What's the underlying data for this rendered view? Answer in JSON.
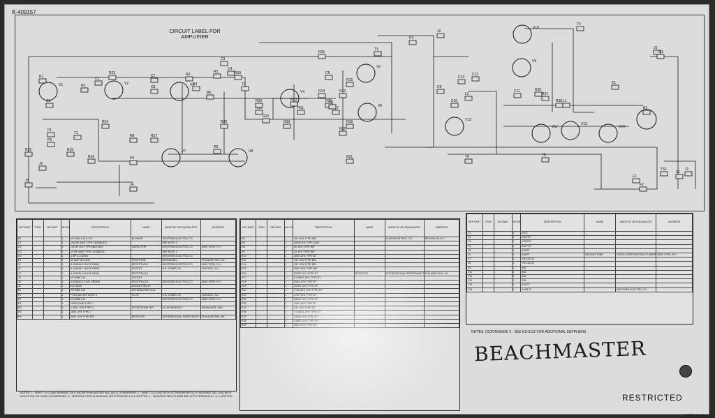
{
  "document_number": "B-409157",
  "circuit_title": "CIRCUIT LABEL FOR AMPLIFIER",
  "components": {
    "tubes": [
      "V1",
      "V2",
      "V3",
      "V4",
      "V5",
      "V6",
      "V7",
      "V8",
      "V9",
      "V10",
      "V11",
      "V12",
      "V13",
      "V14"
    ],
    "resistors": [
      "R1",
      "R2",
      "R3",
      "R4",
      "R5",
      "R6",
      "R8",
      "R9",
      "R10",
      "R11",
      "R14",
      "R15",
      "R16",
      "R17",
      "R18",
      "R19",
      "R20",
      "R21",
      "R22",
      "R23",
      "R24",
      "R25",
      "R26",
      "R27",
      "R28",
      "R29",
      "R30",
      "R31",
      "R32",
      "R33",
      "R35",
      "R36",
      "R37",
      "R38"
    ],
    "capacitors": [
      "C1",
      "C2",
      "C3",
      "C4",
      "C5",
      "C6",
      "C7",
      "C8",
      "C9",
      "C10",
      "C11",
      "C12",
      "C13"
    ],
    "jacks": [
      "J1",
      "J2",
      "J3",
      "J4",
      "J5",
      "J6"
    ],
    "transformers": [
      "T1",
      "T2",
      "T3",
      "T4",
      "T5",
      "T6"
    ],
    "other": [
      "P1",
      "P2",
      "P4",
      "P6",
      "K1",
      "B1",
      "L1",
      "L2",
      "F1",
      "F2",
      "S1",
      "TS1",
      "TS2"
    ]
  },
  "table_headers": [
    "APP PART",
    "ITEM",
    "ON DWG",
    "NO REQ",
    "DESCRIPTION",
    "NAME",
    "MADE BY OR EQUIVALENT",
    "ADDRESS"
  ],
  "table1": {
    "rows": [
      [
        "B1",
        "",
        "",
        "1",
        "KS-9964 L10 & L02",
        "BLOWER",
        "WESTERN ELECTRIC CO",
        ""
      ],
      [
        "C1",
        "",
        "",
        "1",
        "200 MF AMS TYPE CM35B203J",
        "",
        "SEE NOTE 3",
        ""
      ],
      [
        "C2",
        "",
        "",
        "1",
        ".05 MF 20V TYPE 5800 AMS",
        "CAPACITOR",
        "WESTERN ELECTRIC CO",
        "NEW YORK, N.Y."
      ],
      [
        "C3",
        "",
        "",
        "1",
        "10 MF AMS TYPE CM35B103J",
        "",
        "SEE NOTE 3",
        ""
      ],
      [
        "C4",
        "",
        "",
        "1",
        "1 MF 0-1X2000",
        "",
        "WESTERN ELECTRIC CO",
        ""
      ],
      [
        "F1",
        "",
        "",
        "1",
        "10 AMP  NO.1042",
        "FUSETRON",
        "BUSSMANN",
        "PHILADELPHIA, PA."
      ],
      [
        "J1",
        "",
        "",
        "1",
        "4-104948-6 OLIVE DRAB",
        "RECEPTACLE",
        "WESTERN ELECTRIC CO",
        "NEW YORK, N.Y."
      ],
      [
        "J2",
        "",
        "",
        "1",
        "4-104948-7 OLIVE DRAB",
        "SOCKET",
        "H.B. JONES CO",
        "CHICAGO, ILL."
      ],
      [
        "J3",
        "",
        "",
        "1",
        "4-104950-6 OLIVE DRAB",
        "RECEPTACLE",
        "",
        ""
      ],
      [
        "J4",
        "",
        "",
        "1",
        "KS-8986 L10",
        "SOCKET",
        "",
        ""
      ],
      [
        "J5",
        "",
        "",
        "1",
        "4-104940-1 FLAT GREEN",
        "RECEPTACLE",
        "WESTERN ELECTRIC CO",
        "NEW YORK, N.Y."
      ],
      [
        "J6",
        "",
        "",
        "1",
        "KS-10515",
        "SOCKET RELAY",
        "",
        ""
      ],
      [
        "K1",
        "",
        "",
        "1",
        "KS-5989 L09",
        "RETARDATION COIL",
        "",
        ""
      ],
      [
        "P1",
        "",
        "",
        "1",
        "P-310-AB  SEE NOTE 4",
        "PLUG",
        "H.B. JONES CO",
        "CHICAGO, ILL."
      ],
      [
        "P2",
        "",
        "",
        "1",
        "KS-8986 L16",
        "",
        "WESTERN ELECTRIC CO",
        "NEW YORK, N.Y."
      ],
      [
        "R1",
        "",
        "",
        "1",
        "10000 OHM TYPE J",
        "",
        "",
        ""
      ],
      [
        "R2",
        "",
        "",
        "1",
        "1 MEG 20% TYPE J",
        "POTENTIOMETER",
        "ALLEN BRADLEY",
        "MILWAUKEE, WIS."
      ],
      [
        "R3",
        "",
        "",
        "1",
        "1000 10% TYPE J",
        "",
        "",
        ""
      ],
      [
        "R4",
        "",
        "",
        "1",
        "4000 10% TYPE BT2",
        "RESISTOR",
        "INTERNATIONAL RESISTANCE CO",
        "PHILADELPHIA, PA."
      ]
    ]
  },
  "table1_notes": "NOTES: 1 - SHAFT 1/4 LONG BUSHING 3/8 LONG WITH MOUNTING NUT AND LOCKWASHER. 2 - SHAFT 1/4 LONG WITH SCREWDRIVER SLOT BUSHING 3/8 LONG WITH MOUNTING NUT AND LOCKWASHER. 3 - MODIFIED PER KS-8044 AND WITH PRONGS 1 & 4 OMITTED. 4 - MODIFIED PER KS-8395 AND WITH TERMINALS 1 & 4 OMITTED.",
  "table2": {
    "rows": [
      [
        "R5",
        "",
        "",
        "1",
        "100 10% TYPE ABT",
        "",
        "CLAROSTAT MFG. CO.",
        "BROOKLYN, N.Y."
      ],
      [
        "R6",
        "",
        "",
        "1",
        "40000 5% TYPE A20K",
        "",
        "",
        ""
      ],
      [
        "R8",
        "",
        "",
        "1",
        "50 10% TYPE BW",
        "",
        "",
        ""
      ],
      [
        "R9",
        "",
        "",
        "1",
        "15 10% TYPE BW",
        "",
        "",
        ""
      ],
      [
        "R10",
        "",
        "",
        "1",
        "3000 10% TYPE BT",
        "",
        "",
        ""
      ],
      [
        "R11",
        "",
        "",
        "1",
        "750 10% TYPE BW",
        "",
        "",
        ""
      ],
      [
        "R14",
        "",
        "",
        "1",
        "100 10% TYPE BW",
        "",
        "",
        ""
      ],
      [
        "R15",
        "",
        "",
        "1",
        "2000 10% TYPE BW",
        "",
        "",
        ""
      ],
      [
        "R16",
        "",
        "",
        "1",
        "20000 10% TYPE BT",
        "RESISTOR",
        "INTERNATIONAL RESISTANCE CO",
        "PHILADELPHIA, PA."
      ],
      [
        "R17",
        "",
        "",
        "1",
        "0.5 MEG 10% TYPE BT",
        "",
        "",
        ""
      ],
      [
        "R18",
        "",
        "",
        "1",
        "2000 10% TYPE BT",
        "",
        "",
        ""
      ],
      [
        "R19",
        "",
        "",
        "1",
        "20000 10% TYPE BT",
        "",
        "",
        ""
      ],
      [
        "R20",
        "",
        "",
        "1",
        "0.25 MEG 10% TYPE BT",
        "",
        "",
        ""
      ],
      [
        "R21",
        "",
        "",
        "1",
        "4700 10% TYPE BT",
        "",
        "",
        ""
      ],
      [
        "R22",
        "",
        "",
        "1",
        "33000 10% TYPE BT",
        "",
        "",
        ""
      ],
      [
        "R23",
        "",
        "",
        "1",
        "1000 10% TYPE BT",
        "",
        "",
        ""
      ],
      [
        "R24",
        "",
        "",
        "1",
        "250 10% TYPE BT",
        "",
        "",
        ""
      ],
      [
        "R26",
        "",
        "",
        "1",
        "0.5 MEG 10% TYPE BT",
        "",
        "",
        ""
      ],
      [
        "R27",
        "",
        "",
        "1",
        "15000 10% TYPE BT",
        "",
        "",
        ""
      ],
      [
        "R28",
        "",
        "",
        "1",
        "5 MEG 10% TYPE BT",
        "",
        "",
        ""
      ],
      [
        "R29",
        "",
        "",
        "1",
        "4000 10% TYPE BT",
        "",
        "",
        ""
      ]
    ]
  },
  "table3": {
    "rows": [
      [
        "V1",
        "",
        "",
        "1",
        "6SJ7",
        "",
        "",
        ""
      ],
      [
        "V2",
        "",
        "",
        "1",
        "6SL7GT",
        "",
        "",
        ""
      ],
      [
        "V3",
        "",
        "",
        "1",
        "6SN7GT",
        "",
        "",
        ""
      ],
      [
        "V4",
        "",
        "",
        "1",
        "6SL7GT",
        "",
        "",
        ""
      ],
      [
        "V5",
        "",
        "",
        "1",
        "6V6GT",
        "",
        "",
        ""
      ],
      [
        "V6",
        "",
        "",
        "1",
        "6V6GT",
        "VACUUM TUBE",
        "RADIO CORPORATION OF AMERICA",
        "NEW YORK, N.Y."
      ],
      [
        "V7",
        "",
        "",
        "1",
        "VR-105-30",
        "",
        "",
        ""
      ],
      [
        "V8",
        "",
        "",
        "1",
        "VR-150-30",
        "",
        "",
        ""
      ],
      [
        "V9",
        "",
        "",
        "1",
        "803",
        "",
        "",
        ""
      ],
      [
        "V10",
        "",
        "",
        "1",
        "803",
        "",
        "",
        ""
      ],
      [
        "V11",
        "",
        "",
        "1",
        "836",
        "",
        "",
        ""
      ],
      [
        "V12",
        "",
        "",
        "1",
        "836",
        "",
        "",
        ""
      ],
      [
        "V13",
        "",
        "",
        "1",
        "5Y3GT",
        "",
        "",
        ""
      ],
      [
        "V14",
        "",
        "",
        "1",
        "5-45123",
        "",
        "WESTERN ELECTRIC CO",
        ""
      ]
    ]
  },
  "notes_continued": "NOTES: (CONTINUED) 5 - SEE KS-9112 FOR ADDITIONAL SUPPLIERS",
  "handwritten_label": "BEACHMASTER",
  "classification": "RESTRICTED",
  "printed_in": "PRINTED IN U.S.A."
}
